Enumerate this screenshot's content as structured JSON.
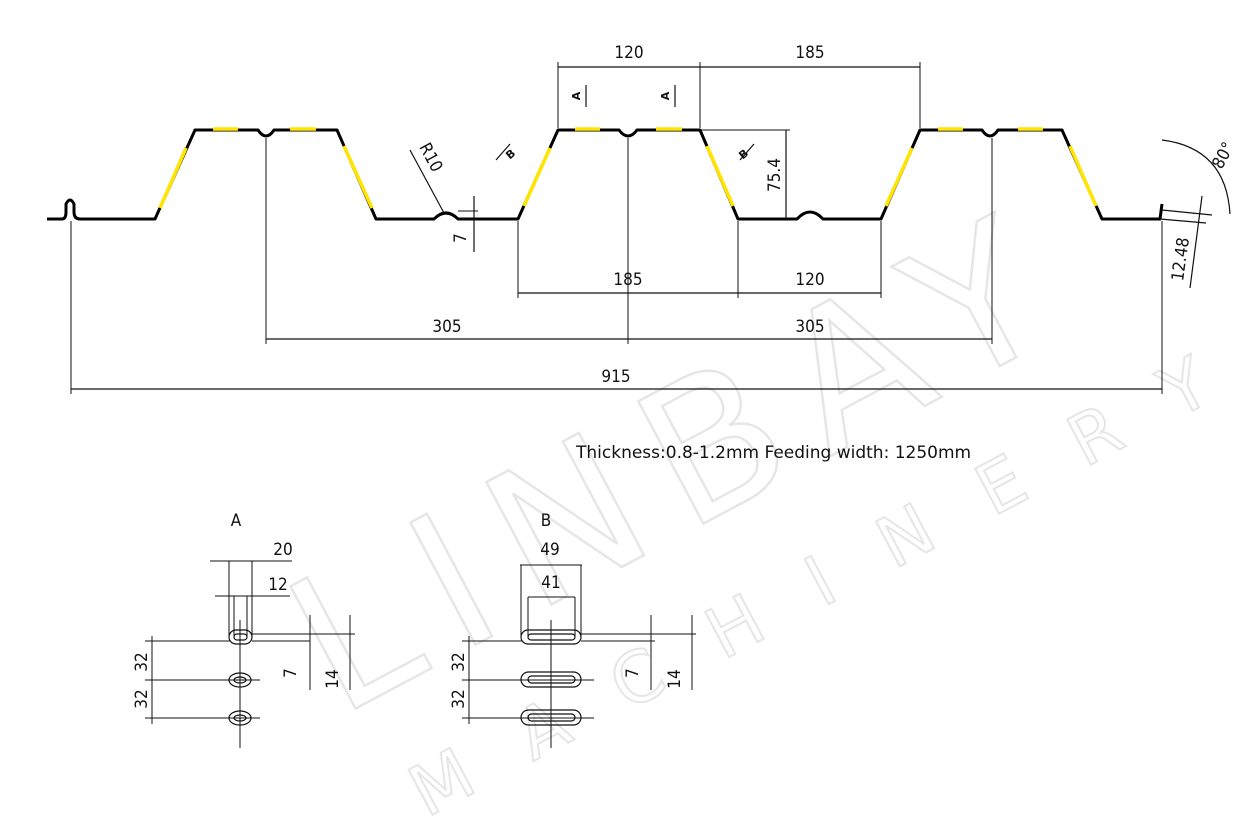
{
  "drawing": {
    "watermark": {
      "brand": "LINBAY",
      "subtitle": "MACHINERY"
    },
    "profile_dims": {
      "top_rib": "120",
      "rib_pitch_top": "185",
      "rib_pitch_bottom": "185",
      "bottom_pan": "120",
      "half_left": "305",
      "half_right": "305",
      "cover_width": "915",
      "height": "75.4",
      "radius": "R10",
      "stiffener_depth": "7",
      "angle": "80°",
      "edge": "12.48",
      "section_a": "A",
      "section_b": "B"
    },
    "note": "Thickness:0.8-1.2mm Feeding width: 1250mm",
    "detail_a": {
      "title": "A",
      "width_outer": "20",
      "width_inner": "12",
      "pitch_1": "32",
      "pitch_2": "32",
      "slot_h": "7",
      "slot_h_total": "14"
    },
    "detail_b": {
      "title": "B",
      "width_outer": "49",
      "width_inner": "41",
      "pitch_1": "32",
      "pitch_2": "32",
      "slot_h": "7",
      "slot_h_total": "14"
    }
  }
}
